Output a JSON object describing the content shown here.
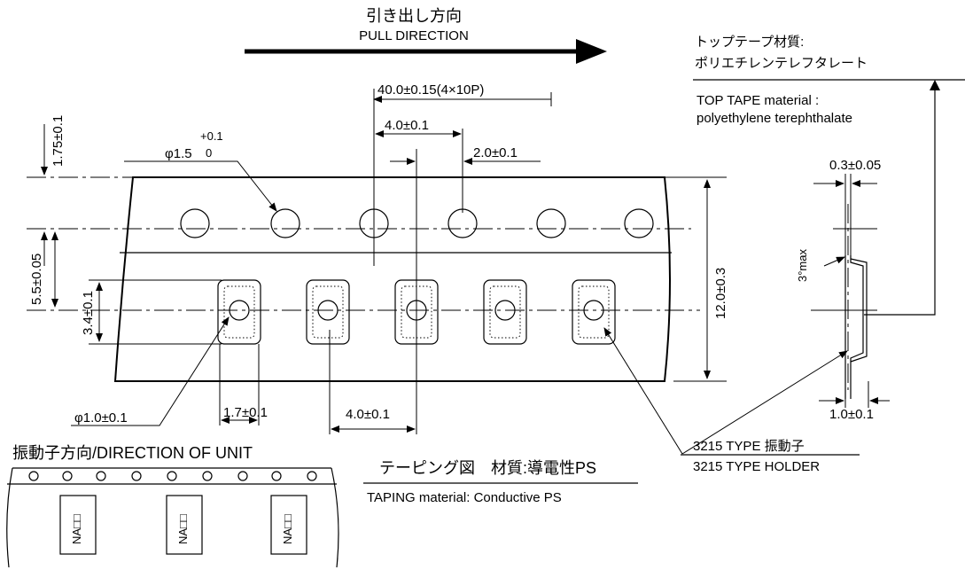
{
  "pull_direction": {
    "jp": "引き出し方向",
    "en": "PULL DIRECTION"
  },
  "top_tape": {
    "jp_line1": "トップテープ材質:",
    "jp_line2": "ポリエチレンテレフタレート",
    "en_line1": "TOP TAPE material :",
    "en_line2": "polyethylene terephthalate"
  },
  "dimensions": {
    "sprocket_pitch_total": "40.0±0.15(4×10P)",
    "sprocket_pitch": "4.0±0.1",
    "hole_offset": "2.0±0.1",
    "hole_diameter": "φ1.5",
    "hole_tol_plus": "+0.1",
    "hole_tol_zero": "0",
    "edge_to_hole": "1.75±0.1",
    "hole_to_pocket": "5.5±0.05",
    "pocket_length": "3.4±0.1",
    "tape_width": "12.0±0.3",
    "pocket_hole_diameter": "φ1.0±0.1",
    "pocket_width": "1.7±0.1",
    "pocket_pitch": "4.0±0.1",
    "tape_thickness": "0.3±0.05",
    "pocket_depth": "1.0±0.1",
    "wall_angle": "3°max"
  },
  "holder": {
    "jp": "3215 TYPE 振動子",
    "en": "3215 TYPE HOLDER"
  },
  "unit_direction": "振動子方向/DIRECTION OF UNIT",
  "taping": {
    "jp": "テーピング図　材質:導電性PS",
    "en": "TAPING material: Conductive PS"
  },
  "unit_marking": "NA□□"
}
